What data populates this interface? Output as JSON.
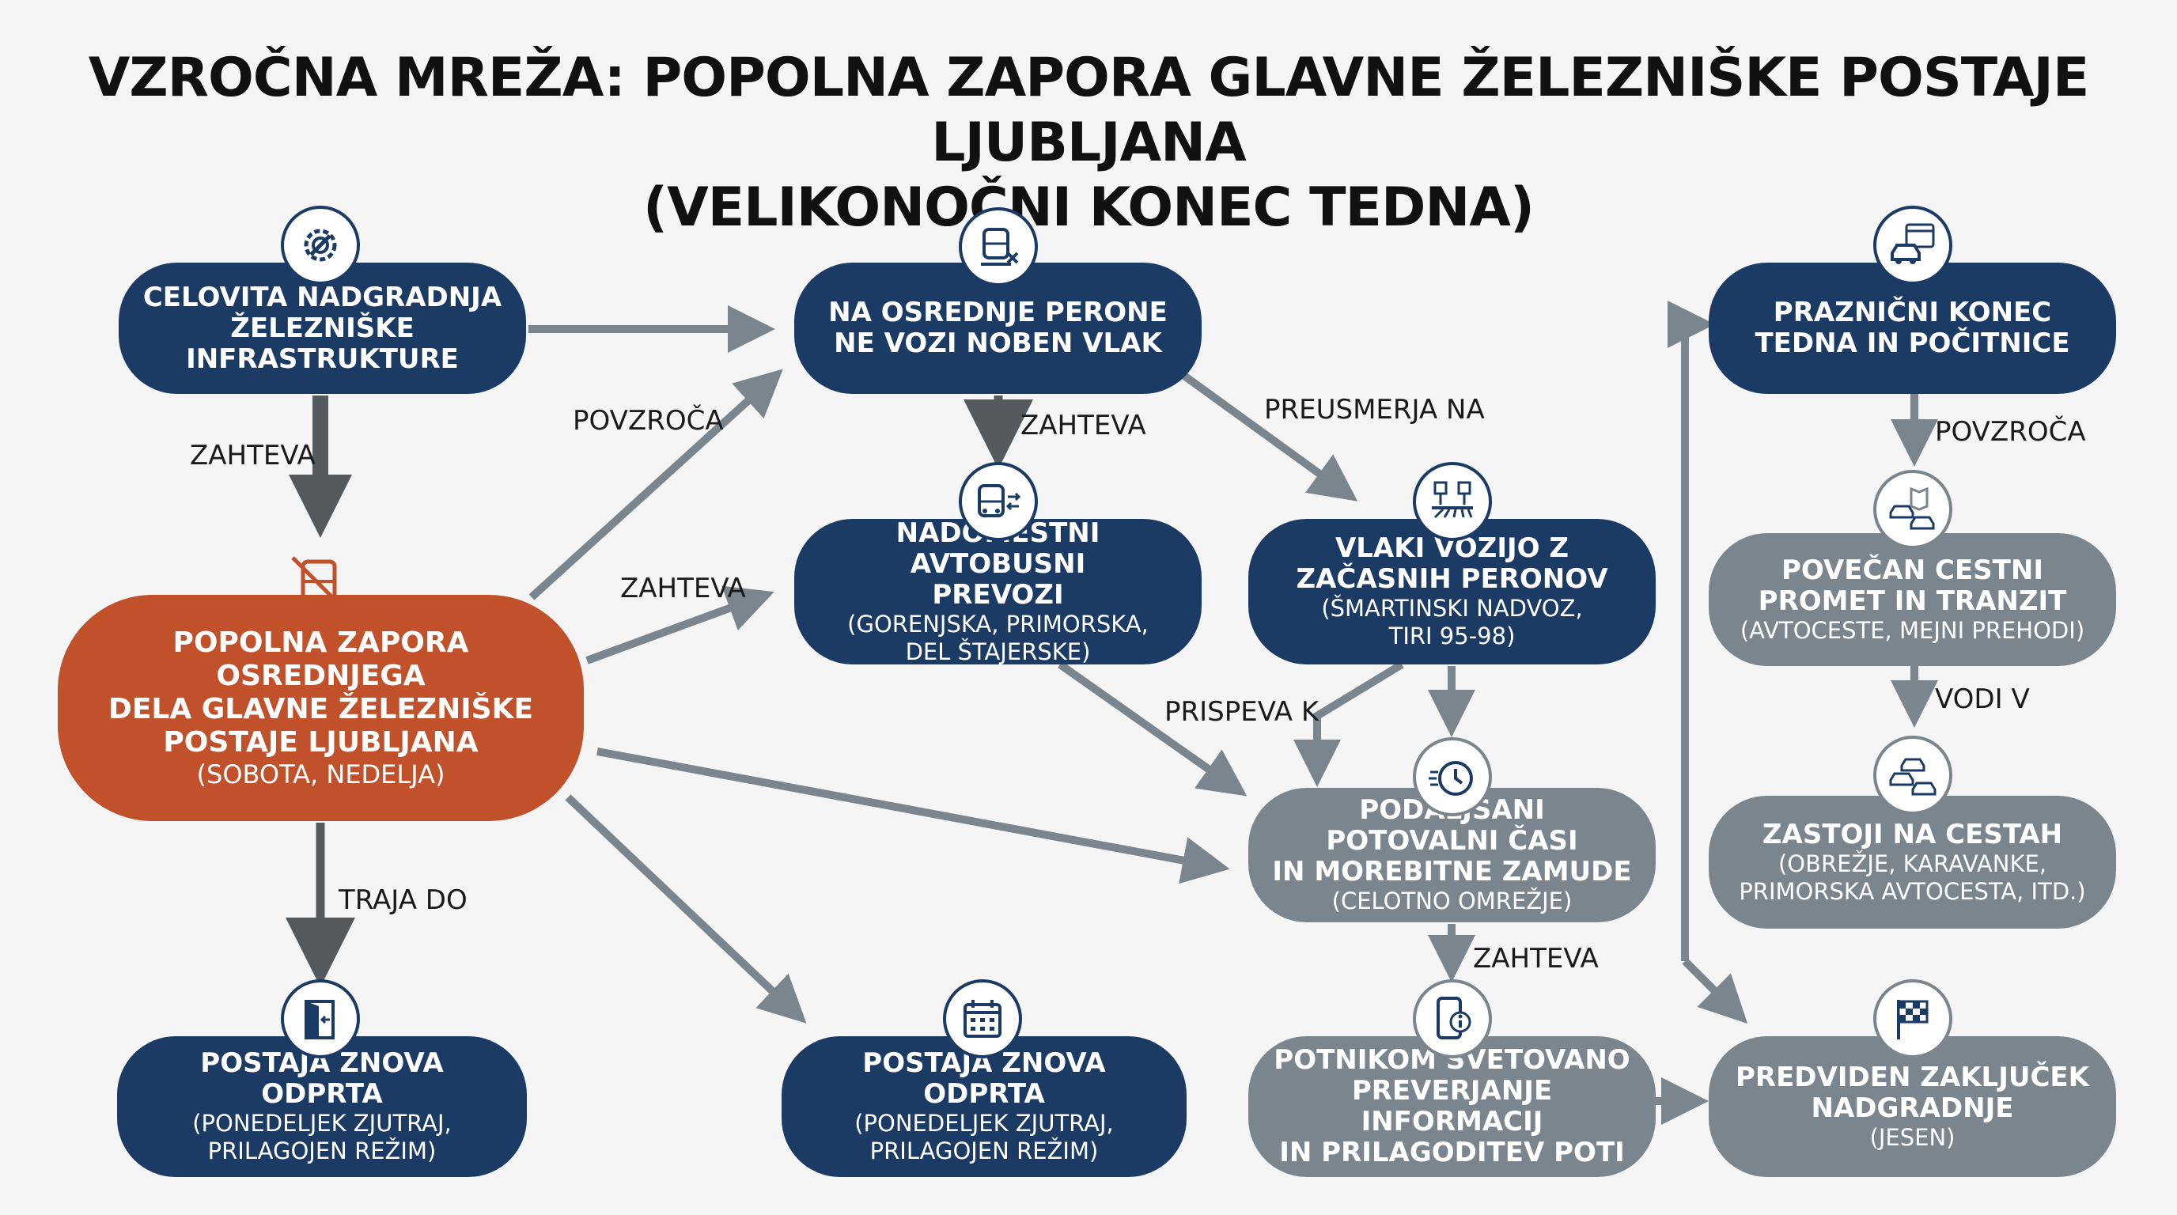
{
  "title": {
    "line1": "VZROČNA MREŽA: POPOLNA ZAPORA GLAVNE ŽELEZNIŠKE POSTAJE LJUBLJANA",
    "line2": "(VELIKONOČNI KONEC TEDNA)"
  },
  "nodes": {
    "infra": {
      "main": "CELOVITA NADGRADNJA\nŽELEZNIŠKE INFRASTRUKTURE",
      "icon": "gear-wrench-icon"
    },
    "closure": {
      "main": "POPOLNA ZAPORA OSREDNJEGA\nDELA GLAVNE ŽELEZNIŠKE\nPOSTAJE LJUBLJANA",
      "sub": "(SOBOTA, NEDELJA)",
      "icon": "no-train-icon"
    },
    "reopen1": {
      "main": "POSTAJA ZNOVA ODPRTA",
      "sub": "(PONEDELJEK ZJUTRAJ,\nPRILAGOJEN REŽIM)",
      "icon": "door-open-icon"
    },
    "no_trains": {
      "main": "NA OSREDNJE PERONE\nNE VOZI NOBEN VLAK",
      "icon": "train-cancel-icon"
    },
    "buses": {
      "main": "NADOMESTNI AVTOBUSNI\nPREVOZI",
      "sub": "(GORENJSKA, PRIMORSKA,\nDEL ŠTAJERSKE)",
      "icon": "bus-icon"
    },
    "reopen2": {
      "main": "POSTAJA ZNOVA ODPRTA",
      "sub": "(PONEDELJEK ZJUTRAJ,\nPRILAGOJEN REŽIM)",
      "icon": "calendar-icon"
    },
    "temp_platforms": {
      "main": "VLAKI VOZIJO Z\nZAČASNIH PERONOV",
      "sub": "(ŠMARTINSKI NADVOZ,\nTIRI 95-98)",
      "icon": "platform-icon"
    },
    "travel_times": {
      "main": "PODALJŠANI POTOVALNI ČASI\nIN MOREBITNE ZAMUDE",
      "sub": "(CELOTNO OMREŽJE)",
      "icon": "clock-speed-icon"
    },
    "advice": {
      "main": "POTNIKOM SVETOVANO\nPREVERJANJE INFORMACIJ\nIN PRILAGODITEV POTI",
      "icon": "phone-info-icon"
    },
    "holiday": {
      "main": "PRAZNIČNI KONEC\nTEDNA IN POČITNICE",
      "icon": "car-calendar-icon"
    },
    "traffic": {
      "main": "POVEČAN CESTNI\nPROMET IN TRANZIT",
      "sub": "(AVTOCESTE, MEJNI PREHODI)",
      "icon": "cars-map-icon"
    },
    "jams": {
      "main": "ZASTOJI NA CESTAH",
      "sub": "(OBREŽJE, KARAVANKE,\nPRIMORSKA AVTOCESTA, ITD.)",
      "icon": "traffic-jam-icon"
    },
    "completion": {
      "main": "PREDVIDEN ZAKLJUČEK\nNADGRADNJE",
      "sub": "(JESEN)",
      "icon": "finish-flag-icon"
    }
  },
  "edge_labels": {
    "infra_closure": "ZAHTEVA",
    "closure_notrains": "POVZROČA",
    "closure_buses": "ZAHTEVA",
    "notrains_buses": "ZAHTEVA",
    "notrains_temp": "PREUSMERJA NA",
    "contributes": "PRISPEVA K",
    "closure_reopen": "TRAJA DO",
    "travel_advice": "ZAHTEVA",
    "holiday_traffic": "POVZROČA",
    "traffic_jams": "VODI V"
  },
  "colors": {
    "blue": "#1b3a64",
    "orange": "#c0512b",
    "gray": "#7b858e",
    "arrow_dark": "#555a5e",
    "arrow_gray": "#7b858e"
  }
}
